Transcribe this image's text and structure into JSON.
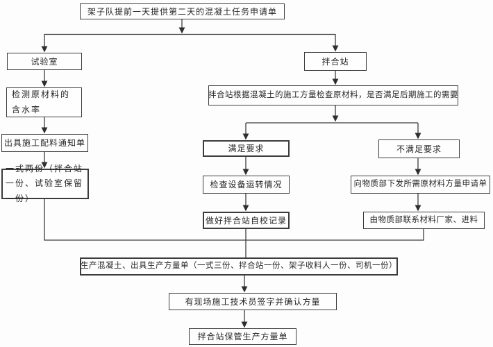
{
  "flowchart": {
    "nodes": {
      "task_request": {
        "label": "架子队提前一天提供第二天的混凝土任务申请单"
      },
      "lab": {
        "label": "试验室"
      },
      "moisture": {
        "label": "检测原材料的含水率"
      },
      "mix_notice": {
        "label": "出具施工配料通知单"
      },
      "two_copies": {
        "label": "一式两份（拌合站一份、试验室保留一份）"
      },
      "mixing_station": {
        "label": "拌合站"
      },
      "material_check": {
        "label": "拌合站根据混凝土的施工方量检查原材料，是否满足后期施工的需要"
      },
      "satisfied": {
        "label": "满足要求"
      },
      "unsatisfied": {
        "label": "不满足要求"
      },
      "equipment_check": {
        "label": "检查设备运转情况"
      },
      "material_request": {
        "label": "向物质部下发所需原材料方量申请单"
      },
      "self_check_record": {
        "label": "做好拌合站自校记录"
      },
      "contact_supplier": {
        "label": "由物质部联系材料厂家、进料"
      },
      "produce": {
        "label": "生产混凝土、出具生产方量单（一式三份、拌合站一份、架子收料人一份、司机一份）"
      },
      "sign_confirm": {
        "label": "有现场施工技术员签字并确认方量"
      },
      "keep_record": {
        "label": "拌合站保管生产方量单"
      }
    },
    "colors": {
      "line": "#3c3c3c",
      "border": "#3c3c3c",
      "text": "#262626",
      "box_fill": "#fefefe",
      "background": "#fdfdfd"
    }
  }
}
